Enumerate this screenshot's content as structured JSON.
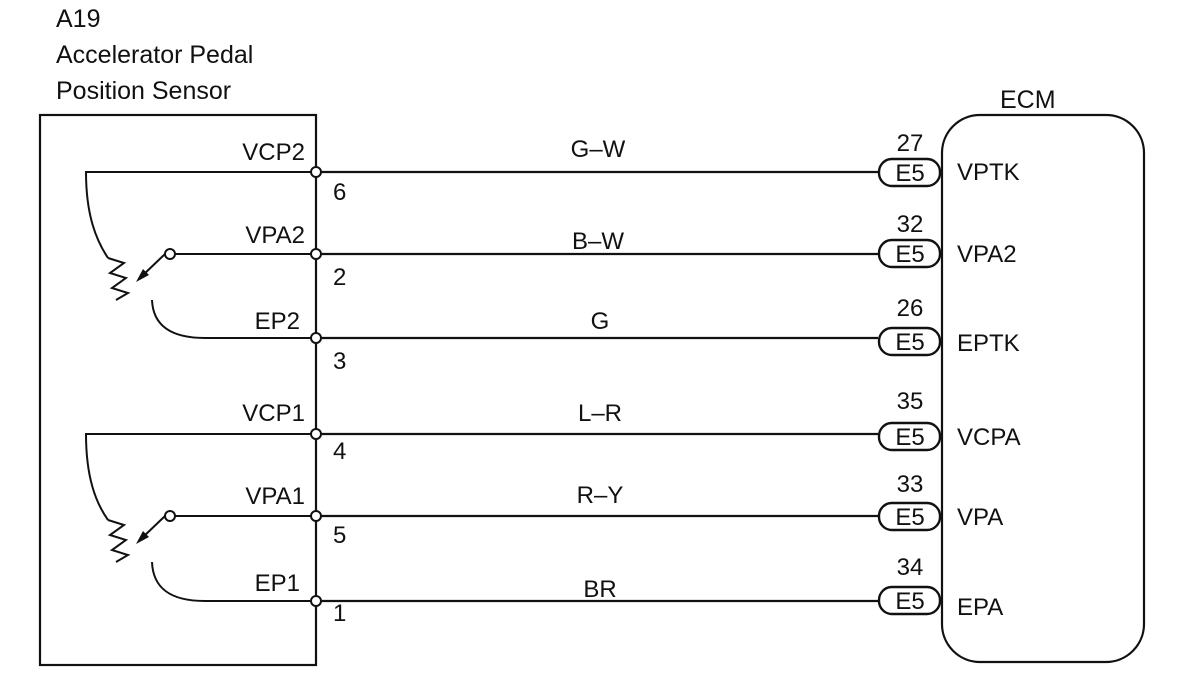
{
  "sensor": {
    "code": "A19",
    "name_line1": "Accelerator Pedal",
    "name_line2": "Position Sensor"
  },
  "ecm": {
    "label": "ECM"
  },
  "wires": [
    {
      "sensor_pin_label": "VCP2",
      "sensor_pin": "6",
      "color": "G–W",
      "connector": "E5",
      "ecm_pin": "27",
      "ecm_label": "VPTK"
    },
    {
      "sensor_pin_label": "VPA2",
      "sensor_pin": "2",
      "color": "B–W",
      "connector": "E5",
      "ecm_pin": "32",
      "ecm_label": "VPA2"
    },
    {
      "sensor_pin_label": "EP2",
      "sensor_pin": "3",
      "color": "G",
      "connector": "E5",
      "ecm_pin": "26",
      "ecm_label": "EPTK"
    },
    {
      "sensor_pin_label": "VCP1",
      "sensor_pin": "4",
      "color": "L–R",
      "connector": "E5",
      "ecm_pin": "35",
      "ecm_label": "VCPA"
    },
    {
      "sensor_pin_label": "VPA1",
      "sensor_pin": "5",
      "color": "R–Y",
      "connector": "E5",
      "ecm_pin": "33",
      "ecm_label": "VPA"
    },
    {
      "sensor_pin_label": "EP1",
      "sensor_pin": "1",
      "color": "BR",
      "connector": "E5",
      "ecm_pin": "34",
      "ecm_label": "EPA"
    }
  ]
}
